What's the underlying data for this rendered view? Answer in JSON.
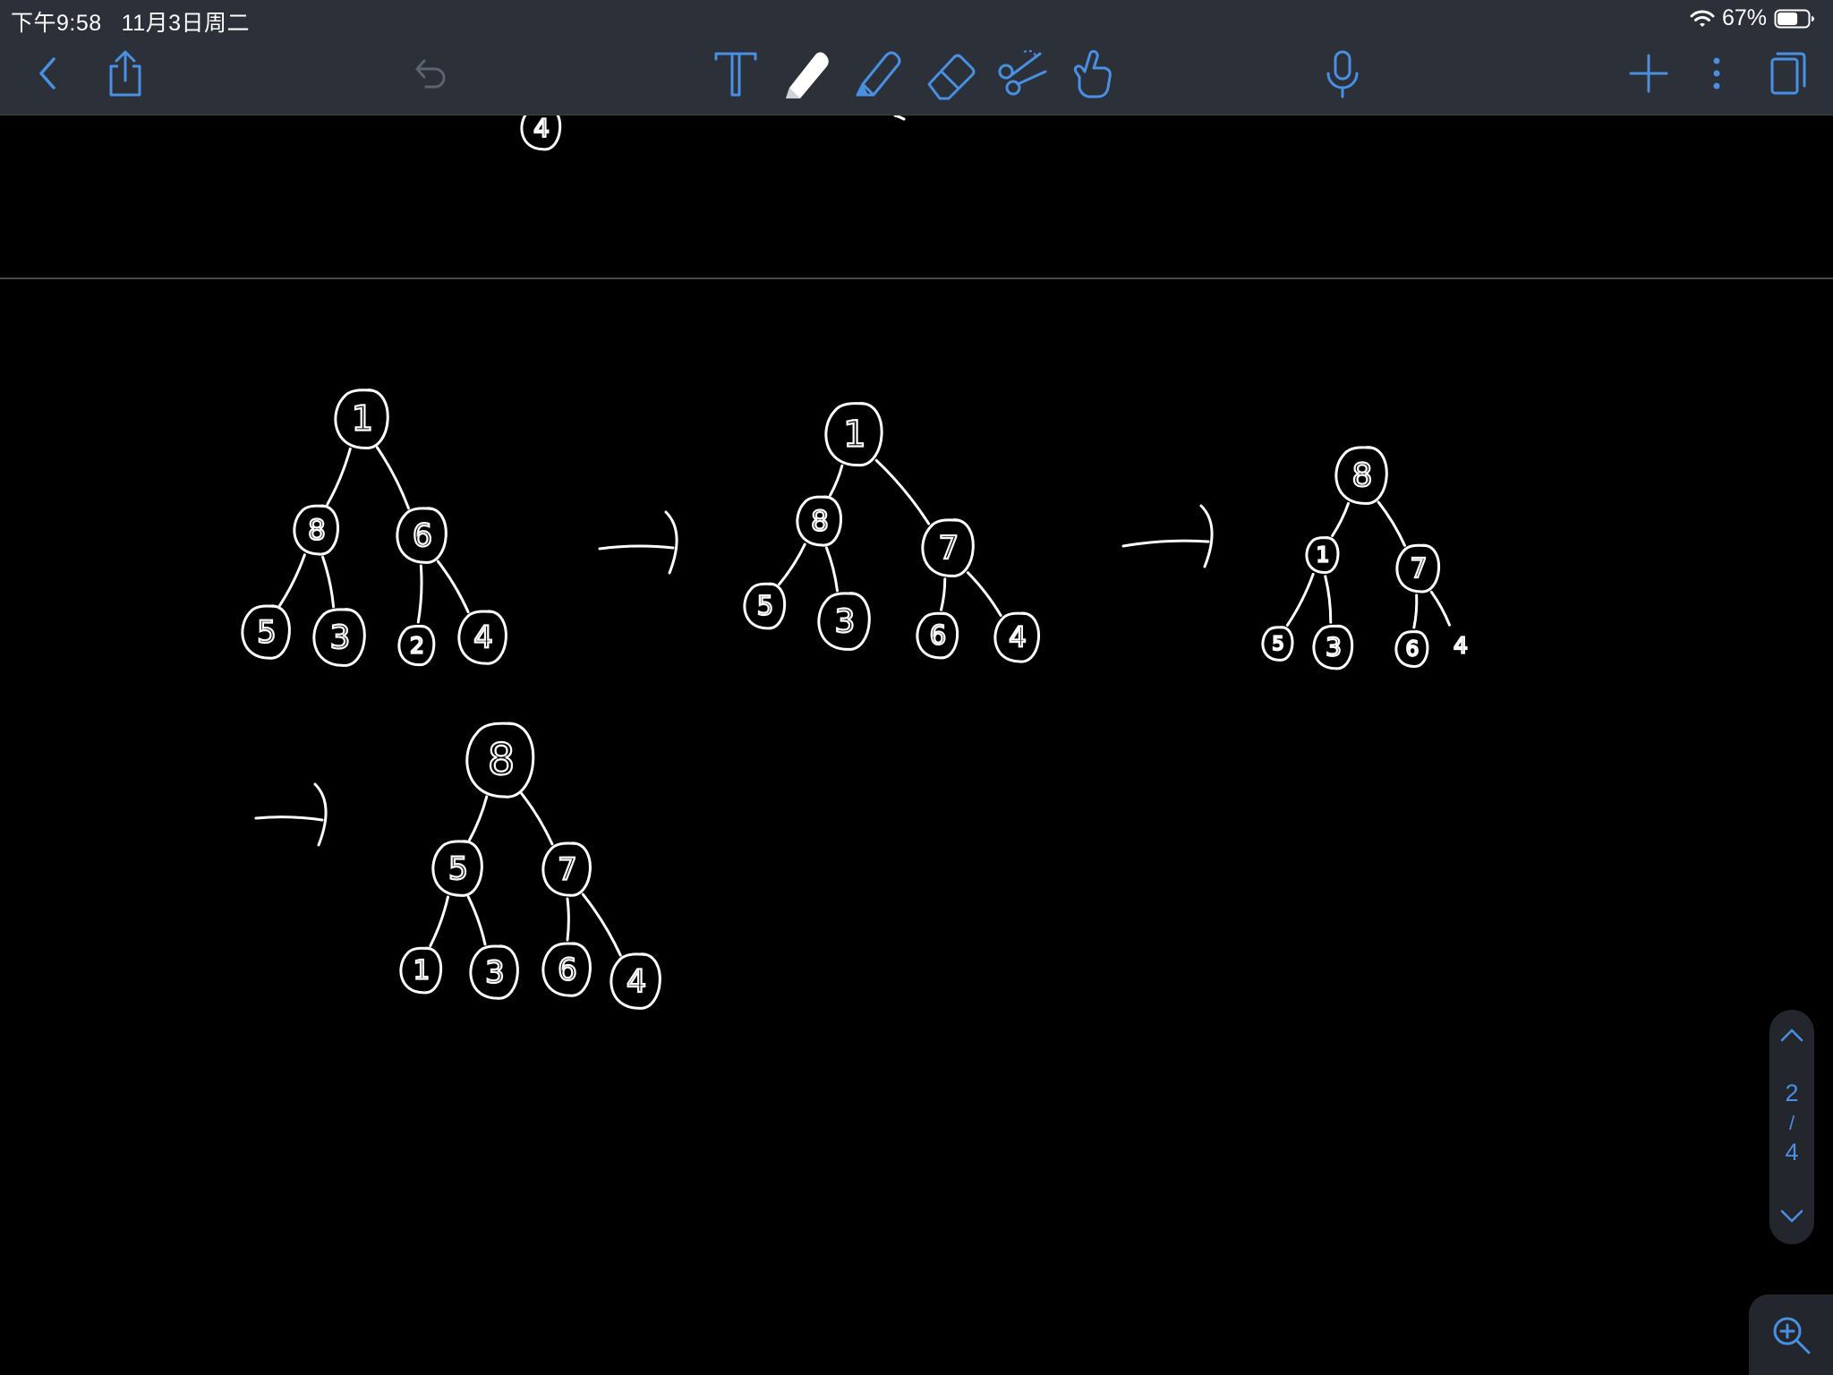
{
  "status_bar": {
    "time": "下午9:58",
    "date": "11月3日周二",
    "battery_percent": "67%",
    "battery_level": 0.67
  },
  "toolbar": {
    "left": [
      "back-icon",
      "share-icon"
    ],
    "undo": "undo-icon",
    "tools": [
      "text-tool-icon",
      "pen-tool-icon",
      "highlighter-tool-icon",
      "eraser-tool-icon",
      "lasso-scissors-icon",
      "hand-pointer-icon"
    ],
    "right": [
      "microphone-icon",
      "add-page-icon",
      "more-icon",
      "page-view-icon"
    ],
    "accent_color": "#4a90e2"
  },
  "page_indicator": {
    "current": "2",
    "separator": "/",
    "total": "4"
  },
  "colors": {
    "background": "#000000",
    "ink": "#ffffff",
    "chrome": "#2c3038"
  },
  "handwritten_notes": {
    "partial_top": [
      "4"
    ],
    "tree_1": [
      "1",
      "8",
      "6",
      "5",
      "3",
      "2",
      "4"
    ],
    "tree_2": [
      "1",
      "8",
      "7",
      "5",
      "3",
      "6",
      "4"
    ],
    "tree_3": [
      "8",
      "1",
      "7",
      "5",
      "3",
      "6",
      "4"
    ],
    "tree_4": [
      "8",
      "5",
      "7",
      "1",
      "3",
      "6",
      "4"
    ]
  }
}
